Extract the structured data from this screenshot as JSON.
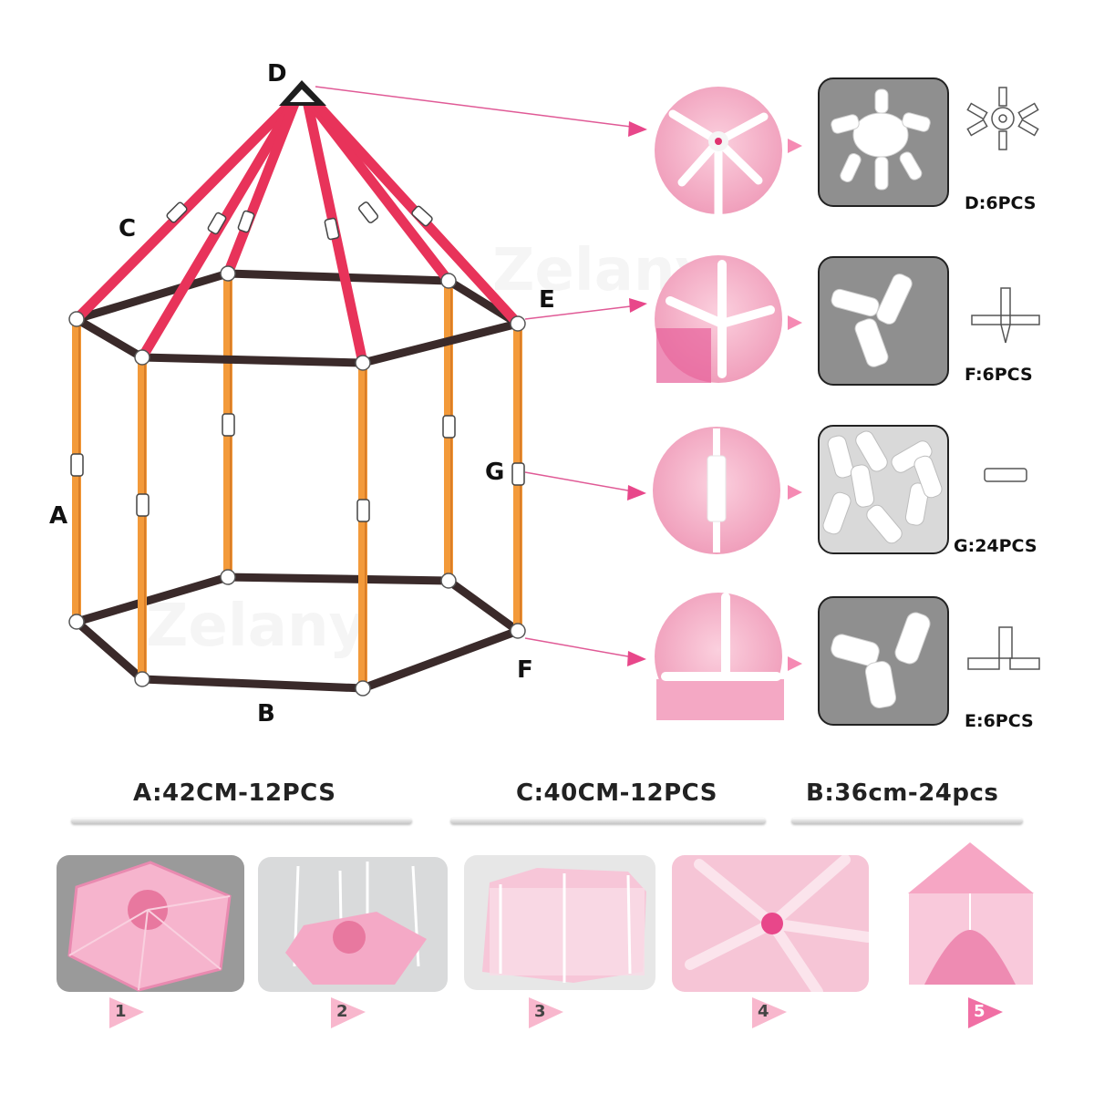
{
  "diagram": {
    "frame_labels": {
      "a": "A",
      "b": "B",
      "c": "C",
      "d": "D",
      "e": "E",
      "f": "F",
      "g": "G"
    },
    "connectors": [
      {
        "name": "top-hub",
        "caption": "D:6PCS"
      },
      {
        "name": "top-corner",
        "caption": "F:6PCS"
      },
      {
        "name": "straight-sleeve",
        "caption": "G:24PCS"
      },
      {
        "name": "bottom-corner",
        "caption": "E:6PCS"
      }
    ],
    "rods": [
      {
        "label": "A:42CM-12PCS"
      },
      {
        "label": "C:40CM-12PCS"
      },
      {
        "label": "B:36cm-24pcs"
      }
    ],
    "steps": [
      "1",
      "2",
      "3",
      "4",
      "5"
    ],
    "watermark": "Zelany"
  },
  "colors": {
    "pink": "#f06fa4",
    "red_pole": "#e8335a",
    "orange_pole": "#f39a3a",
    "dark_pole": "#3a2a2a",
    "gray_tile": "#8f8f8f"
  }
}
